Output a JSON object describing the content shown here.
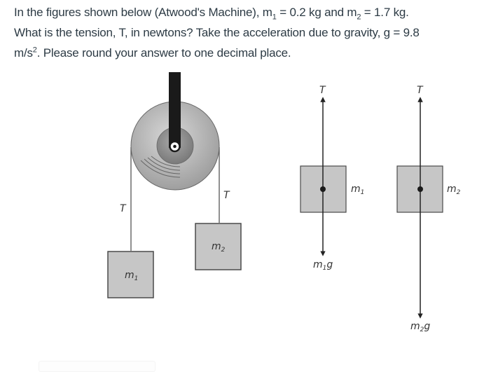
{
  "question": {
    "line1_prefix": "In the figures shown below (Atwood's Machine), m",
    "m1_sub": "1",
    "m1_value": " = 0.2 kg and m",
    "m2_sub": "2",
    "m2_value": " = 1.7 kg.",
    "line2": "What is the tension, T, in newtons? Take the acceleration due to gravity, g = 9.8",
    "line3_prefix": "m/s",
    "line3_sup": "2",
    "line3_suffix": ". Please round your answer to one decimal place."
  },
  "figure": {
    "colors": {
      "pulley_outer": "#b4b4b4",
      "pulley_inner": "#8f8f8f",
      "support_bar": "#1a1a1a",
      "block_fill": "#c6c6c6",
      "block_stroke": "#4a4a4a",
      "rope": "#555555"
    },
    "atwood": {
      "rope_left_label": "T",
      "rope_right_label": "T",
      "block_left": {
        "label": "m",
        "sub": "1"
      },
      "block_right": {
        "label": "m",
        "sub": "2"
      }
    },
    "fbd_m1": {
      "up_force": "T",
      "block": {
        "label": "m",
        "sub": "1"
      },
      "down_force": {
        "label": "m",
        "sub": "1",
        "suffix": "g"
      }
    },
    "fbd_m2": {
      "up_force": "T",
      "block": {
        "label": "m",
        "sub": "2"
      },
      "down_force": {
        "label": "m",
        "sub": "2",
        "suffix": "g"
      }
    }
  },
  "answer": {
    "value": ""
  }
}
